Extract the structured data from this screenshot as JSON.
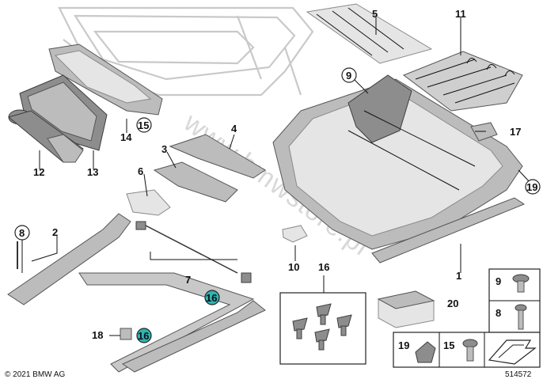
{
  "labels": {
    "p1": "1",
    "p2": "2",
    "p3": "3",
    "p4": "4",
    "p5": "5",
    "p6": "6",
    "p7": "7",
    "p8": "8",
    "p9": "9",
    "p10": "10",
    "p11": "11",
    "p12": "12",
    "p13": "13",
    "p14": "14",
    "p15": "15",
    "p16": "16",
    "p17": "17",
    "p18": "18",
    "p19": "19",
    "p20": "20"
  },
  "footer": {
    "copyright": "© 2021 BMW AG",
    "diagram_id": "514572"
  },
  "watermark": "www.bmwstore.pl",
  "colors": {
    "teal_callout": "#2fb3b3",
    "part_gray": "#bcbcbc"
  }
}
